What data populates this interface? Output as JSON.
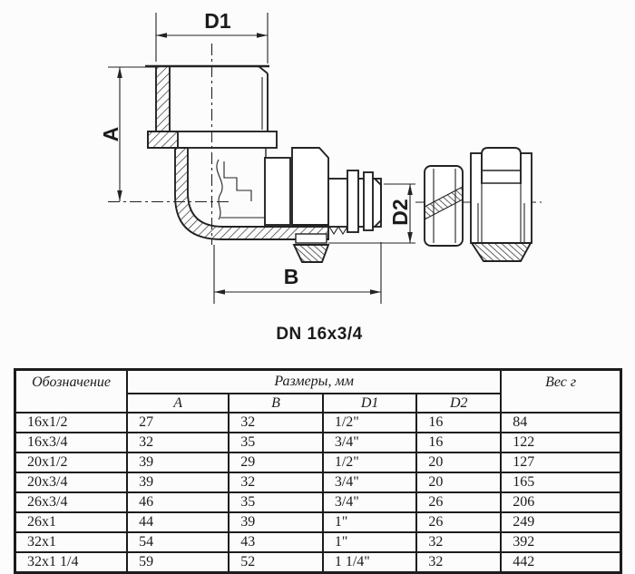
{
  "drawing": {
    "caption": "DN 16x3/4",
    "dim_d1": "D1",
    "dim_a": "A",
    "dim_b": "B",
    "dim_d2": "D2"
  },
  "table": {
    "header": {
      "designation": "Обозначение",
      "sizes": "Размеры, мм",
      "weight": "Вес г",
      "size_columns": [
        "A",
        "B",
        "D1",
        "D2"
      ]
    },
    "rows": [
      {
        "designation": "16x1/2",
        "a": "27",
        "b": "32",
        "d1": "1/2\"",
        "d2": "16",
        "weight": "84"
      },
      {
        "designation": "16x3/4",
        "a": "32",
        "b": "35",
        "d1": "3/4\"",
        "d2": "16",
        "weight": "122"
      },
      {
        "designation": "20x1/2",
        "a": "39",
        "b": "29",
        "d1": "1/2\"",
        "d2": "20",
        "weight": "127"
      },
      {
        "designation": "20x3/4",
        "a": "39",
        "b": "32",
        "d1": "3/4\"",
        "d2": "20",
        "weight": "165"
      },
      {
        "designation": "26x3/4",
        "a": "46",
        "b": "35",
        "d1": "3/4\"",
        "d2": "26",
        "weight": "206"
      },
      {
        "designation": "26x1",
        "a": "44",
        "b": "39",
        "d1": "1\"",
        "d2": "26",
        "weight": "249"
      },
      {
        "designation": "32x1",
        "a": "54",
        "b": "43",
        "d1": "1\"",
        "d2": "32",
        "weight": "392"
      },
      {
        "designation": "32x1 1/4",
        "a": "59",
        "b": "52",
        "d1": "1 1/4\"",
        "d2": "32",
        "weight": "442"
      }
    ]
  },
  "colors": {
    "line": "#232323",
    "text": "#1b1b1b",
    "border": "#1c1c1c",
    "bg": "#fcfcfc"
  }
}
